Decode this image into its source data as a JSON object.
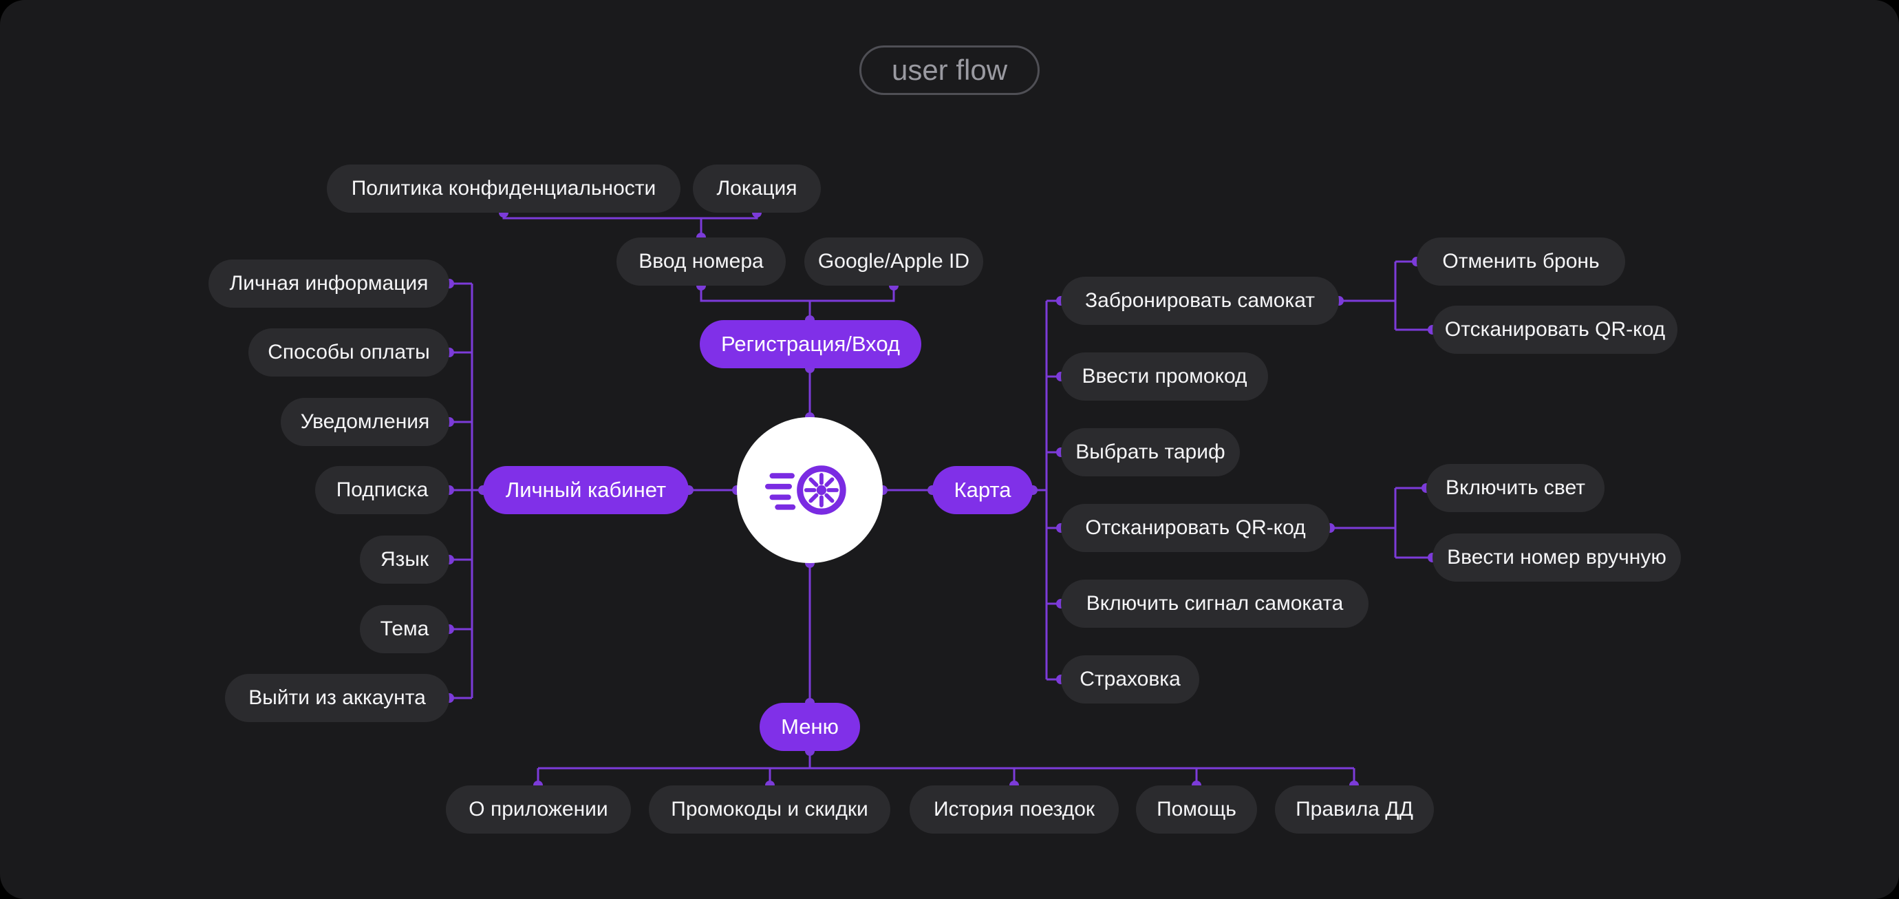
{
  "title": "user flow",
  "colors": {
    "background": "#1a1a1c",
    "node_background": "#2b2b2e",
    "accent_purple": "#8030e8",
    "connector_purple": "#7c3bd9",
    "node_text": "#f5f5f7",
    "title_text": "#9a9aa1",
    "center_circle": "#ffffff"
  },
  "center": {
    "icon": "scooter-wheel-icon"
  },
  "hubs": {
    "registration": "Регистрация/Вход",
    "account": "Личный кабинет",
    "map": "Карта",
    "menu": "Меню"
  },
  "registration": {
    "children": [
      "Ввод номера",
      "Google/Apple ID"
    ],
    "phone_children": [
      "Политика конфиденциальности",
      "Локация"
    ]
  },
  "account": {
    "children": [
      "Личная информация",
      "Способы оплаты",
      "Уведомления",
      "Подписка",
      "Язык",
      "Тема",
      "Выйти из аккаунта"
    ]
  },
  "map": {
    "children": [
      "Забронировать самокат",
      "Ввести промокод",
      "Выбрать тариф",
      "Отсканировать QR-код",
      "Включить сигнал самоката",
      "Страховка"
    ],
    "book_children": [
      "Отменить бронь",
      "Отсканировать QR-код"
    ],
    "scan_children": [
      "Включить свет",
      "Ввести номер вручную"
    ]
  },
  "menu": {
    "children": [
      "О приложении",
      "Промокоды и скидки",
      "История поездок",
      "Помощь",
      "Правила ДД"
    ]
  }
}
